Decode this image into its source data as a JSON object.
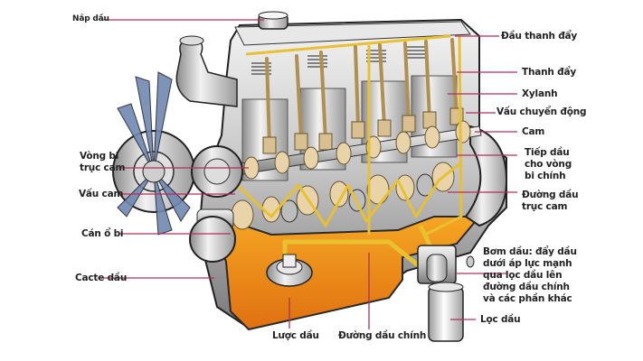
{
  "diagram": {
    "title": "Engine lubrication system",
    "colors": {
      "leader_line": "#b0305a",
      "oil": "#f0a020",
      "oil_dark": "#e07810",
      "oil_line": "#e8c030",
      "metal": "#c8c8c8",
      "metal_dark": "#6a6a6a",
      "bearing": "#e8d4a8",
      "fan_blade": "#7088b0"
    },
    "labels": {
      "oil_cap": "Nắp dầu",
      "pushrod_end": "Đầu thanh đẩy",
      "pushrod": "Thanh đẩy",
      "cylinder": "Xylanh",
      "cam_follower": "Vấu chuyển động",
      "cam": "Cam",
      "main_bearing_feed": "Tiếp dầu\ncho vòng\nbi chính",
      "camshaft_oil_line": "Đường dầu\ntrục cam",
      "oil_pump": "Bơm dầu: đẩy dầu\ndưới áp lực mạnh\nqua lọc dầu lên\nđường dầu chính\nvà các phần khác",
      "oil_filter": "Lọc dầu",
      "main_oil_line": "Đường dầu chính",
      "oil_strainer": "Lược dầu",
      "oil_pan": "Cacte dầu",
      "bearing_journal": "Cán ổ bi",
      "cam_lobe": "Vấu cam",
      "camshaft_bearing": "Vòng bi\ntrục cam"
    }
  }
}
